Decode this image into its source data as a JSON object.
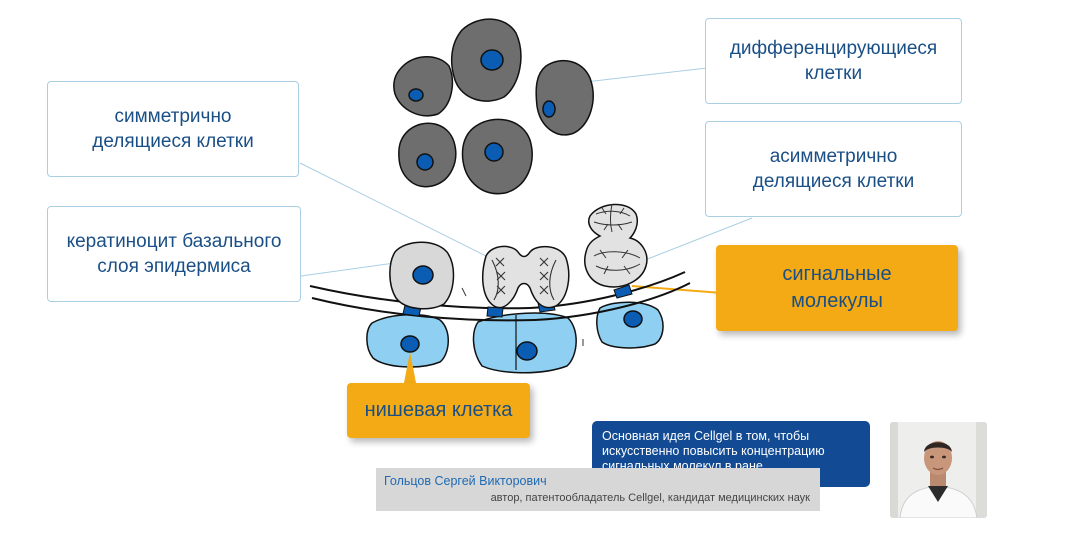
{
  "slide": {
    "callouts": {
      "symmetric": [
        "симметрично",
        "делящиеся клетки"
      ],
      "differentiating": [
        "дифференцирующиеся",
        "клетки"
      ],
      "asymmetric": [
        "асимметрично",
        "делящиеся клетки"
      ],
      "keratinocyte": [
        "кератиноцит базального",
        "слоя эпидермиса"
      ],
      "signal_molecules": [
        "сигнальные",
        "молекулы"
      ],
      "niche_cell": "нишевая клетка"
    },
    "caption": [
      "Основная идея Cellgel в том, чтобы",
      "искусственно повысить концентрацию",
      "сигнальных молекул в ране"
    ],
    "nameplate": {
      "name": "Гольцов Сергей Викторович",
      "role": "автор, патентообладатель Cellgel, кандидат медицинских наук"
    },
    "colors": {
      "accent_orange": "#f4aa14",
      "text_blue": "#1a4f86",
      "caption_blue": "#124b94",
      "cell_gray": "#6e6e6e",
      "nucleus_blue": "#0a5db3",
      "niche_cell_blue": "#8fd0f2"
    }
  }
}
